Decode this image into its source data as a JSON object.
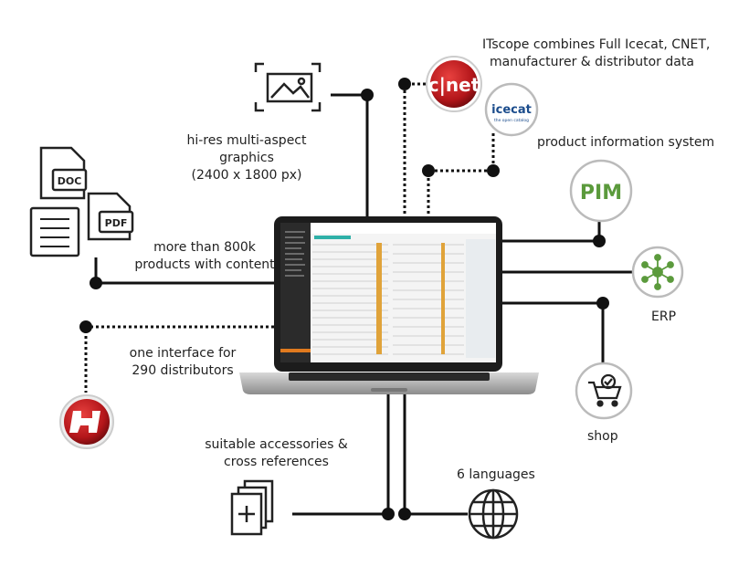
{
  "colors": {
    "line": "#111111",
    "accent_red": "#c8151b",
    "accent_green": "#5b9a3c",
    "icecat_blue": "#1b4c8c",
    "node_stroke": "#bbbbbb"
  },
  "header": {
    "line1": "ITscope combines Full Icecat, CNET,",
    "line2": "manufacturer & distributor data"
  },
  "nodes": {
    "graphics": {
      "line1": "hi-res multi-aspect",
      "line2": "graphics",
      "line3": "(2400 x 1800 px)",
      "icon": "image-icon"
    },
    "products": {
      "line1": "more than 800k",
      "line2": "products with content",
      "icons": [
        "doc-file-icon",
        "list-file-icon",
        "pdf-file-icon"
      ],
      "doc_tag": "DOC",
      "pdf_tag": "PDF"
    },
    "distributors": {
      "line1": "one interface for",
      "line2": "290 distributors",
      "icon": "itscope-logo-icon"
    },
    "accessories": {
      "line1": "suitable accessories &",
      "line2": "cross references",
      "icon": "add-stack-icon"
    },
    "languages": {
      "label": "6 languages",
      "icon": "globe-icon"
    },
    "pim": {
      "badge": "PIM",
      "label": "product information system"
    },
    "erp": {
      "label": "ERP",
      "icon": "network-icon"
    },
    "shop": {
      "label": "shop",
      "icon": "shopping-cart-icon"
    },
    "cnet": {
      "logo_text": "c|net"
    },
    "icecat": {
      "logo_text": "icecat",
      "tagline": "the open catalog"
    }
  },
  "laptop": {
    "screen": "itscope-app-screenshot"
  }
}
